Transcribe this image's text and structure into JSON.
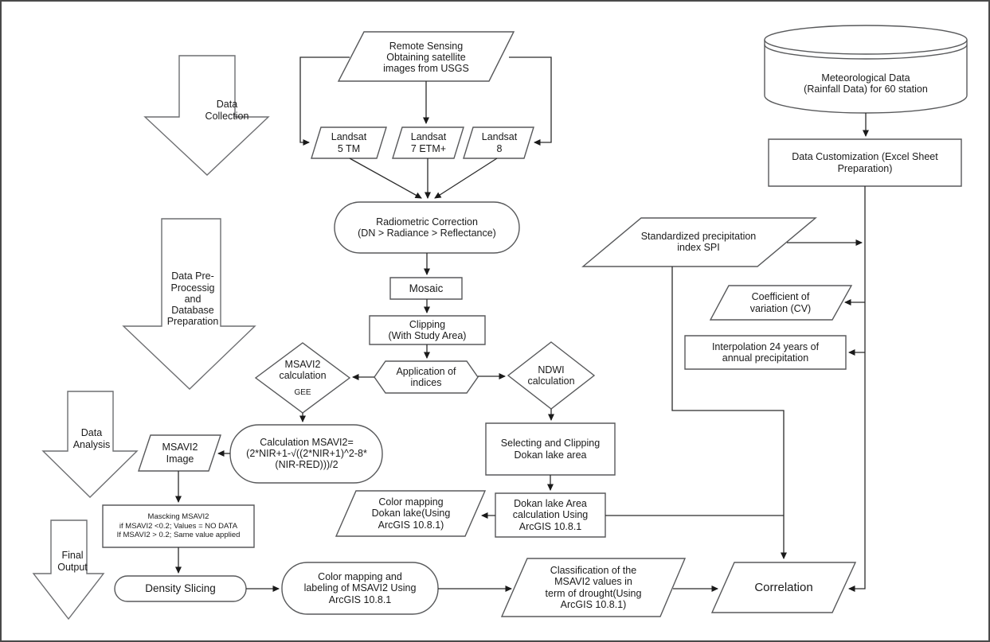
{
  "diagram": {
    "nodes": {
      "remote_sensing": "Remote Sensing\nObtaining satellite\nimages from USGS",
      "landsat5": "Landsat\n5 TM",
      "landsat7": "Landsat\n7 ETM+",
      "landsat8": "Landsat\n8",
      "radiometric": "Radiometric Correction\n(DN > Radiance > Reflectance)",
      "mosaic": "Mosaic",
      "clipping": "Clipping\n(With Study Area)",
      "indices": "Application of\nindices",
      "msavi2_calc": "MSAVI2\ncalculation",
      "msavi2_calc_sub": "GEE",
      "ndwi_calc": "NDWI\ncalculation",
      "formula": "Calculation MSAVI2=\n(2*NIR+1-√((2*NIR+1)^2-8*\n(NIR-RED)))/2",
      "msavi2_image": "MSAVI2\nImage",
      "masking": "Mascking MSAVI2\nif MSAVI2 <0.2; Values = NO DATA\nIf MSAVI2 > 0.2; Same value applied",
      "density": "Density Slicing",
      "color_map_msavi2": "Color mapping and\nlabeling of MSAVI2 Using\nArcGIS 10.8.1",
      "classification": "Classification of the\nMSAVI2 values in\nterm of drought(Using\nArcGIS 10.8.1)",
      "correlation": "Correlation",
      "selecting": "Selecting and Clipping\nDokan lake area",
      "dokan_area": "Dokan lake Area\ncalculation Using\nArcGIS 10.8.1",
      "color_map_dokan": "Color mapping\nDokan lake(Using\nArcGIS 10.8.1)",
      "met_data": "Meteorological Data\n(Rainfall Data) for 60 station",
      "data_custom": "Data Customization (Excel Sheet\nPreparation)",
      "spi": "Standardized precipitation\nindex SPI",
      "cv": "Coefficient of\nvariation (CV)",
      "interpolation": "Interpolation 24 years of\nannual precipitation"
    },
    "stages": {
      "collection": "Data\nCollection",
      "preprocessing": "Data Pre-\nProcessig\nand\nDatabase\nPreparation",
      "analysis": "Data\nAnalysis",
      "final": "Final\nOutput"
    },
    "colors": {
      "shape_line": "#58595b",
      "arrow_line": "#2b2b2b",
      "background": "#ffffff",
      "text": "#1a1a1a"
    }
  }
}
